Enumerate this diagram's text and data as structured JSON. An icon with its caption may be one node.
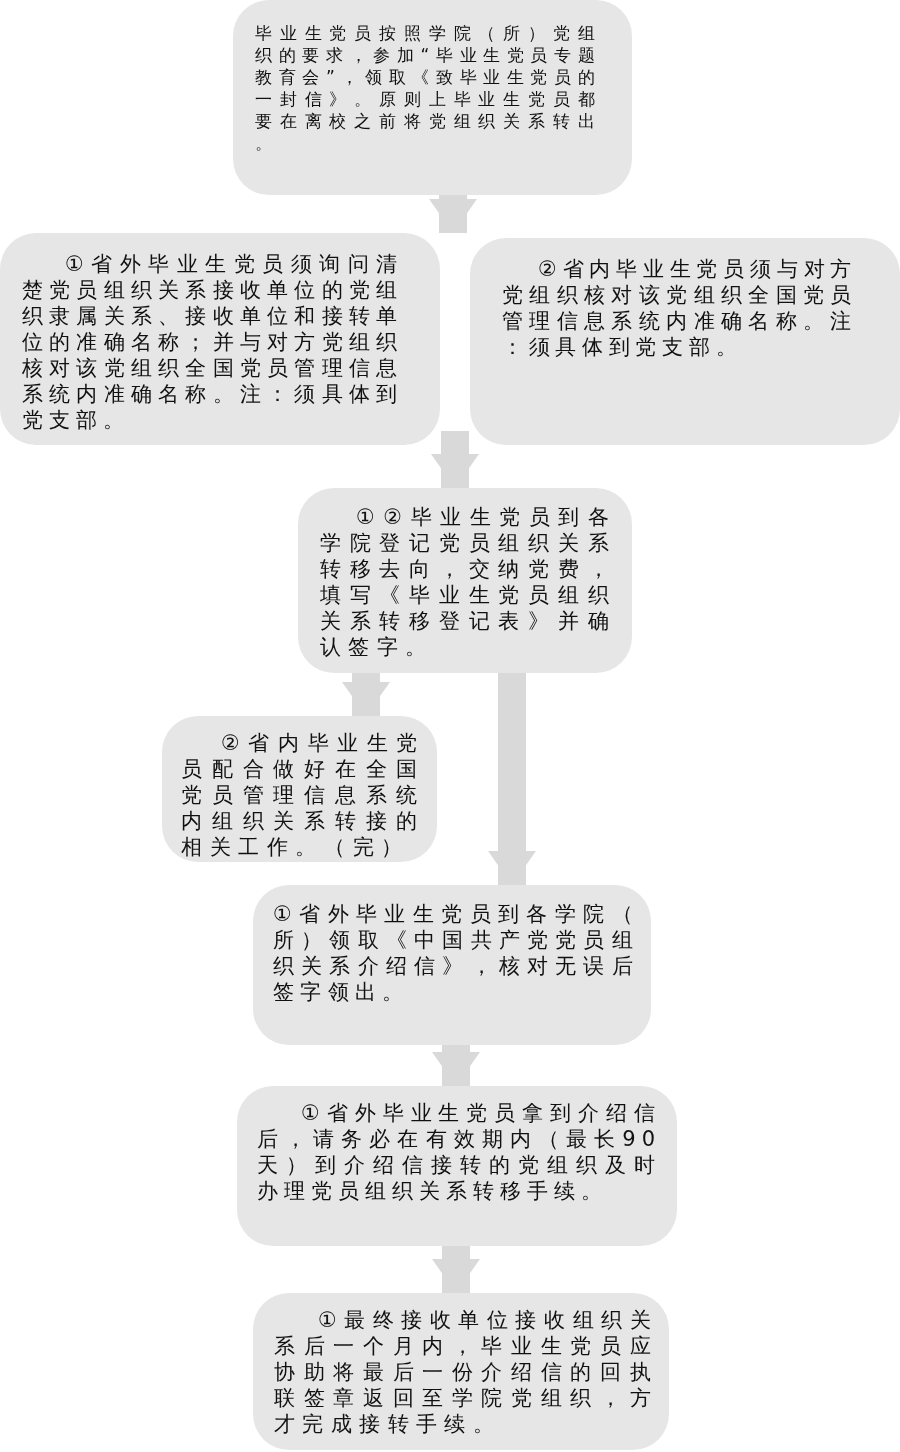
{
  "diagram": {
    "nodes": [
      {
        "text": [
          "毕业生党员按照学院（所）党组织的要求，参加“毕业生党员专题教育会”，领取《致毕业生党员的一封信》。原则上毕业生党员都要在离校之前将党组织关系转出。"
        ]
      },
      {
        "text": [
          "①省外毕业生党员须询问清楚党员组织关系接收单位的党组织隶属关系、接收单位和接转单位的准确名称；并与对方党组织核对该党组织全国党员管理信息系统内准确名称。注：须具体到党支部。"
        ]
      },
      {
        "text": [
          "②省内毕业生党员须与对方党组织核对该党组织全国党员管理信息系统内准确名称。注：须具体到党支部。"
        ]
      },
      {
        "text": [
          "①②毕业生党员到各学院登记党员组织关系转移去向，交纳党费，填写《毕业生党员组织关系转移登记表》并确认签字。"
        ]
      },
      {
        "text": [
          "②省内毕业生党员配合做好在全国党员管理信息系统内组织关系转接的相关工作。（完）"
        ]
      },
      {
        "text": [
          "①省外毕业生党员到各学院（所）领取《中国共产党党员组织关系介绍信》，核对无误后签字领出。"
        ]
      },
      {
        "text": [
          "①省外毕业生党员拿到介绍信后，请务必在有效期内（最长90天）到介绍信接转的党组织及时办理党员组织关系转移手续。"
        ]
      },
      {
        "text": [
          "①最终接收单位接收组织关系后一个月内，毕业生党员应协助将最后一份介绍信的回执联签章返回至学院党组织，方才完成接转手续。"
        ]
      }
    ],
    "edges": [
      {
        "from": 0,
        "to": 1,
        "arrow": "to"
      },
      {
        "from": 0,
        "to": 2,
        "arrow": "to"
      },
      {
        "from": 1,
        "to": 3,
        "arrow": "to"
      },
      {
        "from": 2,
        "to": 3,
        "arrow": "to"
      },
      {
        "from": 3,
        "to": 4,
        "arrow": "to"
      },
      {
        "from": 3,
        "to": 5,
        "arrow": "to"
      },
      {
        "from": 5,
        "to": 6,
        "arrow": "to"
      },
      {
        "from": 6,
        "to": 7,
        "arrow": "to"
      }
    ]
  }
}
